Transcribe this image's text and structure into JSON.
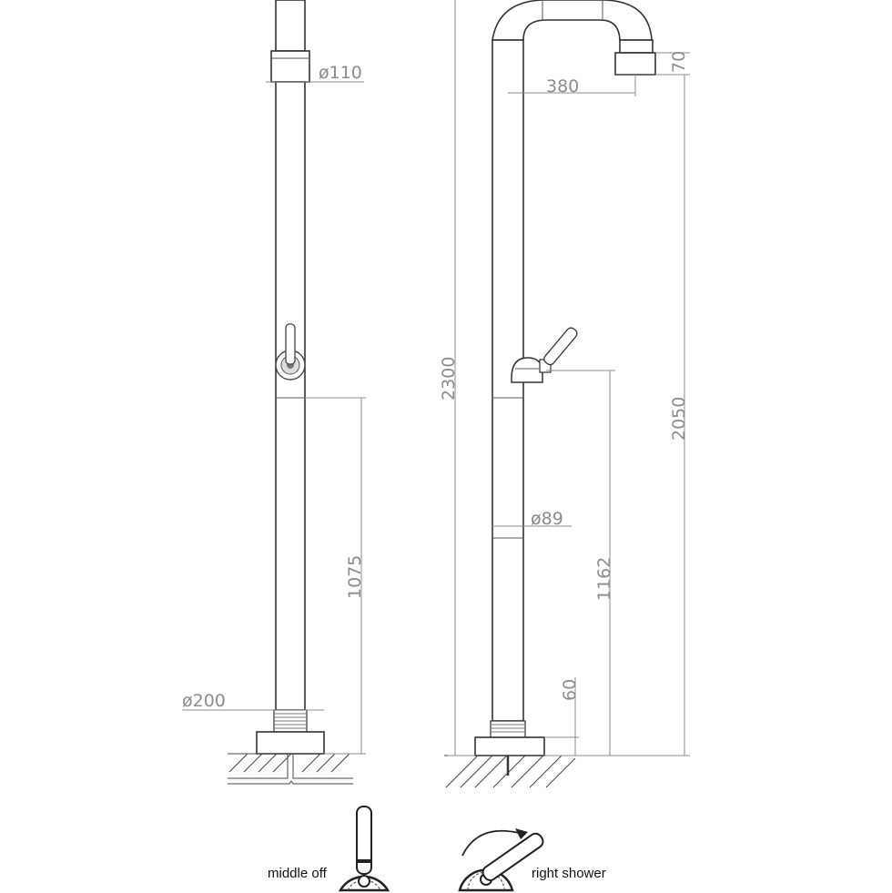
{
  "dimensions": {
    "head_diameter": "ø110",
    "base_diameter": "ø200",
    "valve_height_front": "1075",
    "total_height": "2300",
    "arm_reach": "380",
    "head_height": "70",
    "shower_head_height": "2050",
    "valve_height_side": "1162",
    "pipe_diameter": "ø89",
    "thread_length": "60"
  },
  "captions": {
    "middle": "middle off",
    "right": "right shower"
  },
  "colors": {
    "outline": "#333333",
    "dimension": "#8c8c8c",
    "background": "#ffffff"
  }
}
